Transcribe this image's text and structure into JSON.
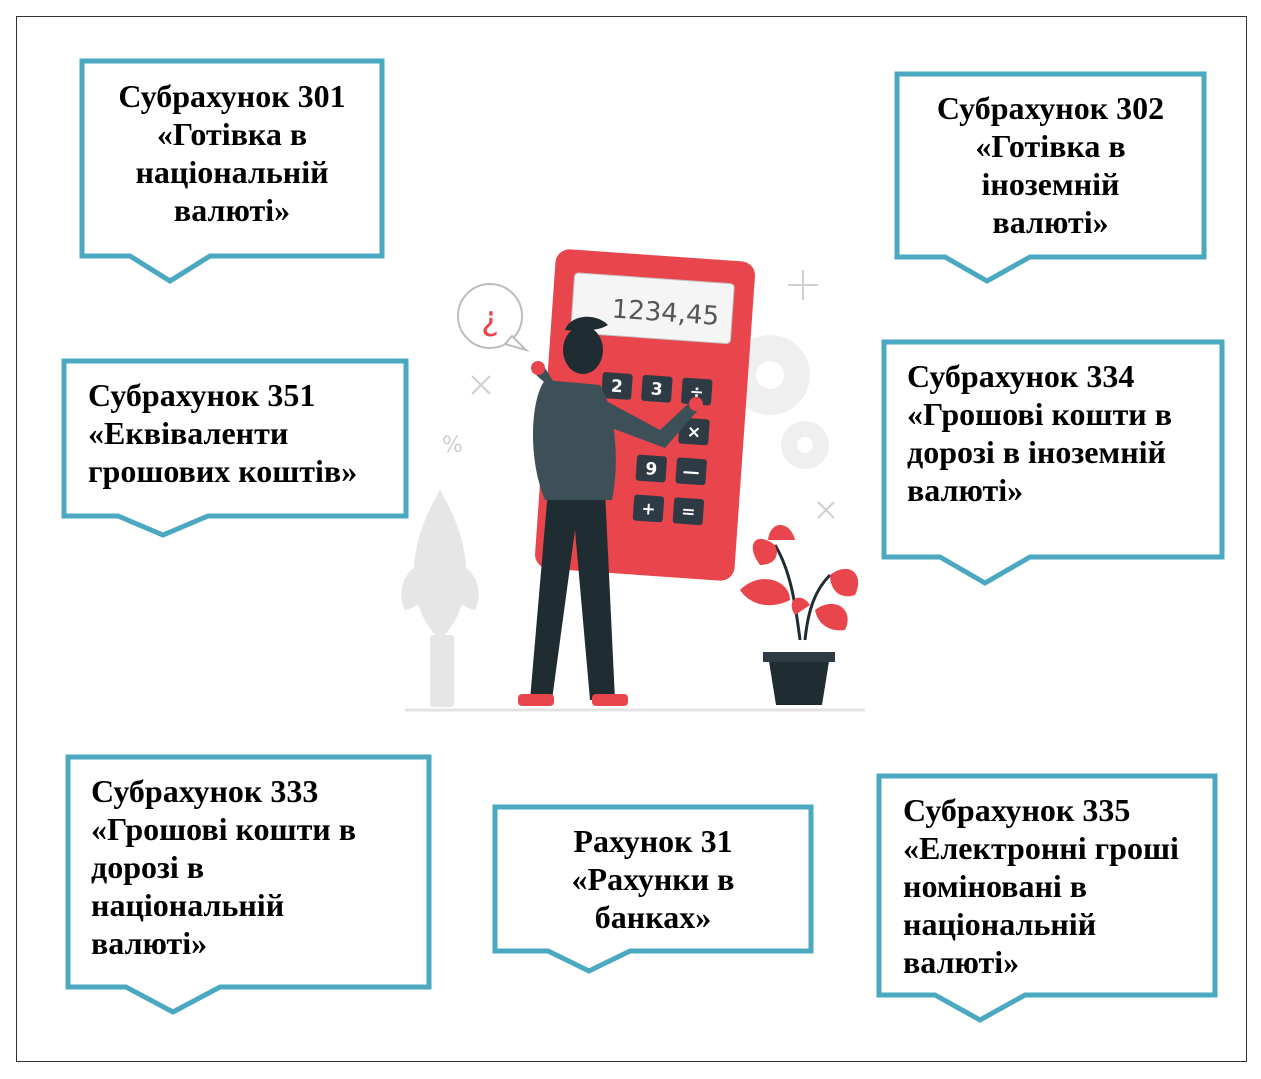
{
  "boxes": [
    {
      "id": "301",
      "lines": [
        "Субрахунок 301",
        "«Готівка в",
        "національній",
        "валюті»"
      ]
    },
    {
      "id": "302",
      "lines": [
        "Субрахунок 302",
        "«Готівка в",
        "іноземній",
        "валюті»"
      ]
    },
    {
      "id": "351",
      "lines": [
        "Субрахунок 351",
        "«Еквіваленти",
        "грошових коштів»"
      ]
    },
    {
      "id": "334",
      "lines": [
        "Субрахунок 334",
        "«Грошові кошти в",
        "дорозі в іноземній",
        "валюті»"
      ]
    },
    {
      "id": "333",
      "lines": [
        "Субрахунок 333",
        "«Грошові кошти в",
        "дорозі в",
        "національній",
        "валюті»"
      ]
    },
    {
      "id": "31",
      "lines": [
        "Рахунок 31",
        "«Рахунки в",
        "банках»"
      ]
    },
    {
      "id": "335",
      "lines": [
        "Субрахунок 335",
        "«Електронні гроші",
        "номіновані в",
        "національній",
        "валюті»"
      ]
    }
  ],
  "illustration": {
    "calculator_display": "1234,45",
    "speech_bubble": "¿",
    "keys": [
      "2",
      "3",
      "÷",
      "×",
      "9",
      "—",
      "+",
      "="
    ],
    "accent_color": "#e8454c",
    "callout_border_color": "#4aa8c0"
  }
}
